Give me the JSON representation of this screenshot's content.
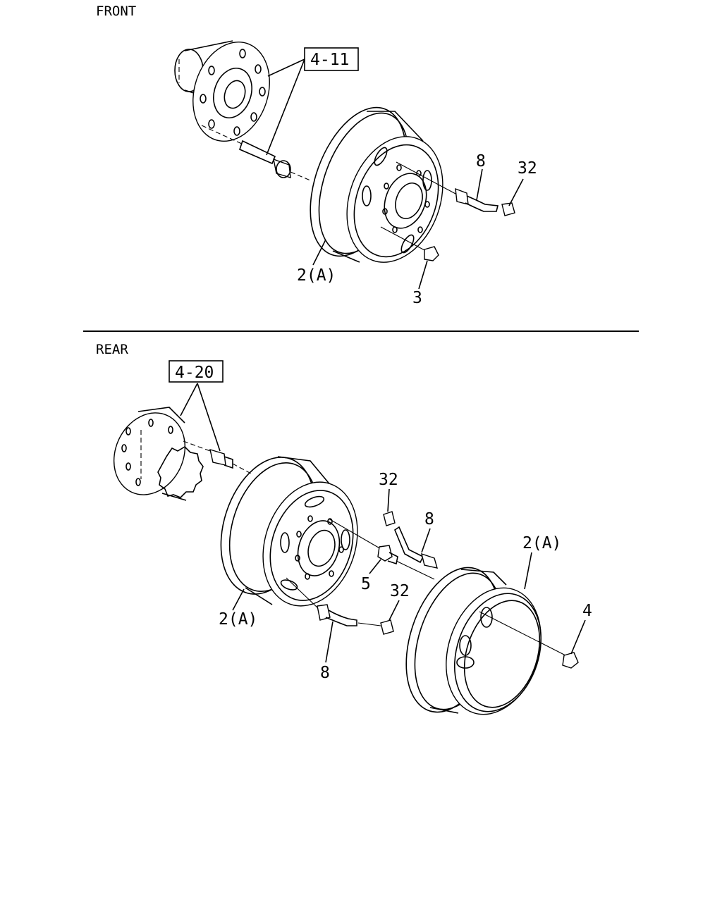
{
  "sections": {
    "front": "FRONT",
    "rear": "REAR"
  },
  "refs": {
    "front_ref": "4-11",
    "rear_ref": "4-20"
  },
  "callouts": {
    "front_wheel": "2(A)",
    "front_nut": "3",
    "front_valve": "8",
    "front_cap": "32",
    "rear_inner_wheel": "2(A)",
    "rear_outer_wheel": "2(A)",
    "rear_valve_upper": "8",
    "rear_valve_lower": "8",
    "rear_cap_upper": "32",
    "rear_cap_lower": "32",
    "rear_inner_nut": "5",
    "rear_outer_nut": "4"
  }
}
